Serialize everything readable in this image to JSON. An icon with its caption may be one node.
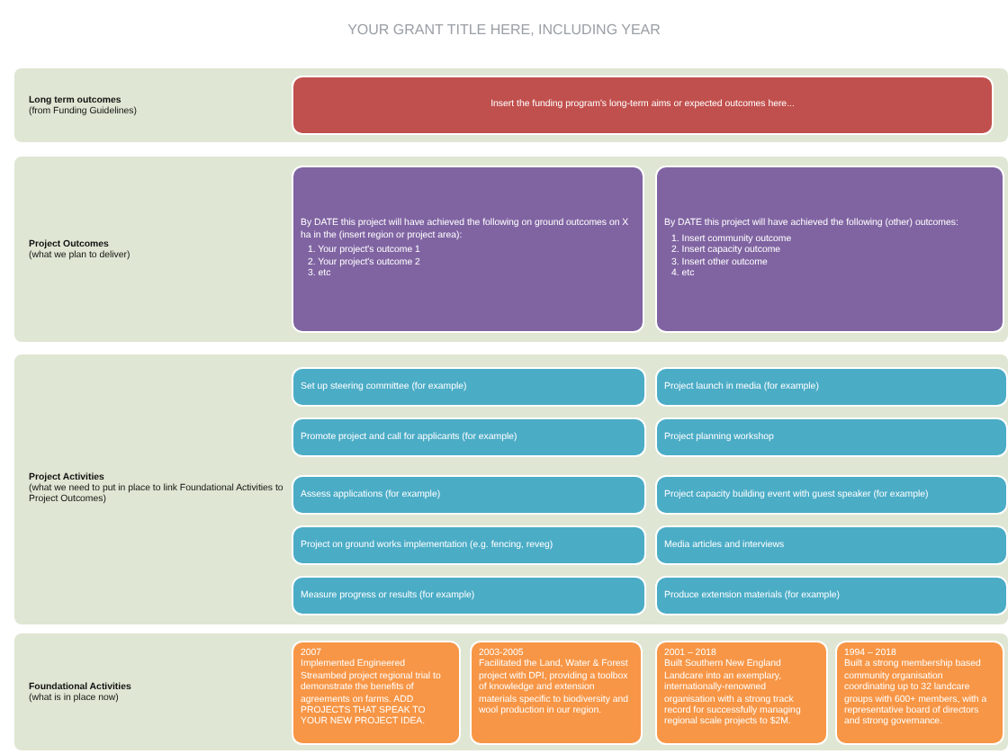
{
  "diagram": {
    "title": "YOUR GRANT TITLE HERE, INCLUDING YEAR",
    "nodes": [
      {
        "text": [
          "Long term outcomes",
          "(from Funding Guidelines)"
        ]
      },
      {
        "text": [
          "Insert the funding program's long-term aims or expected outcomes here..."
        ],
        "in": 0
      },
      {
        "text": [
          "Project Outcomes",
          "(what we plan to deliver)"
        ]
      },
      {
        "text": [
          "By DATE this project will have achieved the following on ground outcomes on X ha in the (insert region or project area):",
          "1. Your project's outcome 1",
          "2. Your project's outcome 2",
          "3. etc"
        ],
        "in": 2
      },
      {
        "text": [
          "By DATE this project will have achieved the following (other) outcomes:",
          "1. Insert community outcome",
          "2. Insert capacity outcome",
          "3. Insert other outcome",
          "4. etc"
        ],
        "in": 2
      },
      {
        "text": [
          "Project Activities",
          "(what we need to put in place to link Foundational Activities to Project Outcomes)"
        ]
      },
      {
        "text": [
          "Set up steering committee (for example)"
        ],
        "in": 5
      },
      {
        "text": [
          "Project launch in media (for example)"
        ],
        "in": 5
      },
      {
        "text": [
          "Promote project and call for applicants (for example)"
        ],
        "in": 5
      },
      {
        "text": [
          "Project planning workshop"
        ],
        "in": 5
      },
      {
        "text": [
          "Assess applications (for example)"
        ],
        "in": 5
      },
      {
        "text": [
          "Project capacity building event with guest speaker (for example)"
        ],
        "in": 5
      },
      {
        "text": [
          "Project on ground works implementation (e.g. fencing, reveg)"
        ],
        "in": 5
      },
      {
        "text": [
          "Media articles and interviews"
        ],
        "in": 5
      },
      {
        "text": [
          "Measure progress or results (for example)"
        ],
        "in": 5
      },
      {
        "text": [
          "Produce extension materials (for example)"
        ],
        "in": 5
      },
      {
        "text": [
          "Foundational Activities",
          "(what is in place now)"
        ]
      },
      {
        "text": [
          "2007",
          "Implemented Engineered Streambed project regional trial to demonstrate the benefits of agreements on farms. ADD PROJECTS THAT SPEAK TO YOUR NEW PROJECT IDEA."
        ],
        "in": 16
      },
      {
        "text": [
          "2003-2005",
          "Facilitated the Land, Water & Forest project with DPI, providing a toolbox of knowledge and extension materials specific to biodiversity and wool production in our region."
        ],
        "in": 16
      },
      {
        "text": [
          "2001 – 2018",
          "Built Southern New England Landcare into an exemplary, internationally-renowned organisation with a strong track record for successfully managing regional scale projects to $2M."
        ],
        "in": 16
      },
      {
        "text": [
          "1994 – 2018",
          "Built a strong membership based community organisation coordinating up to 32 landcare groups with 600+ members, with a representative board of directors and strong governance."
        ],
        "in": 16
      }
    ]
  }
}
